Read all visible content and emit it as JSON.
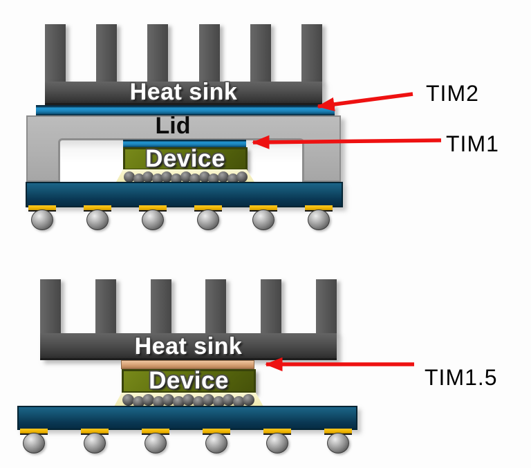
{
  "palette": {
    "arrow_red": "#ee1111",
    "tim_blue": "#1e86bd",
    "tim15_tan": "#dba77c",
    "heatsink_gray": "#4e4e4e",
    "lid_gray": "#b4b4b4",
    "device_green": "#53620c",
    "substrate_teal": "#0d4460",
    "pad_gold": "#eab000",
    "ball_gray": "#8d8d8d",
    "background": "#fdfdfd"
  },
  "diagram_top": {
    "heatsink_label": "Heat sink",
    "lid_label": "Lid",
    "device_label": "Device",
    "fin_count": 6,
    "solder_ball_count": 13,
    "pad_count": 6,
    "bga_ball_count": 6,
    "callouts": {
      "tim2": "TIM2",
      "tim1": "TIM1"
    }
  },
  "diagram_bottom": {
    "heatsink_label": "Heat sink",
    "device_label": "Device",
    "fin_count": 6,
    "solder_ball_count": 13,
    "pad_count": 6,
    "bga_ball_count": 6,
    "callouts": {
      "tim15": "TIM1.5"
    }
  }
}
